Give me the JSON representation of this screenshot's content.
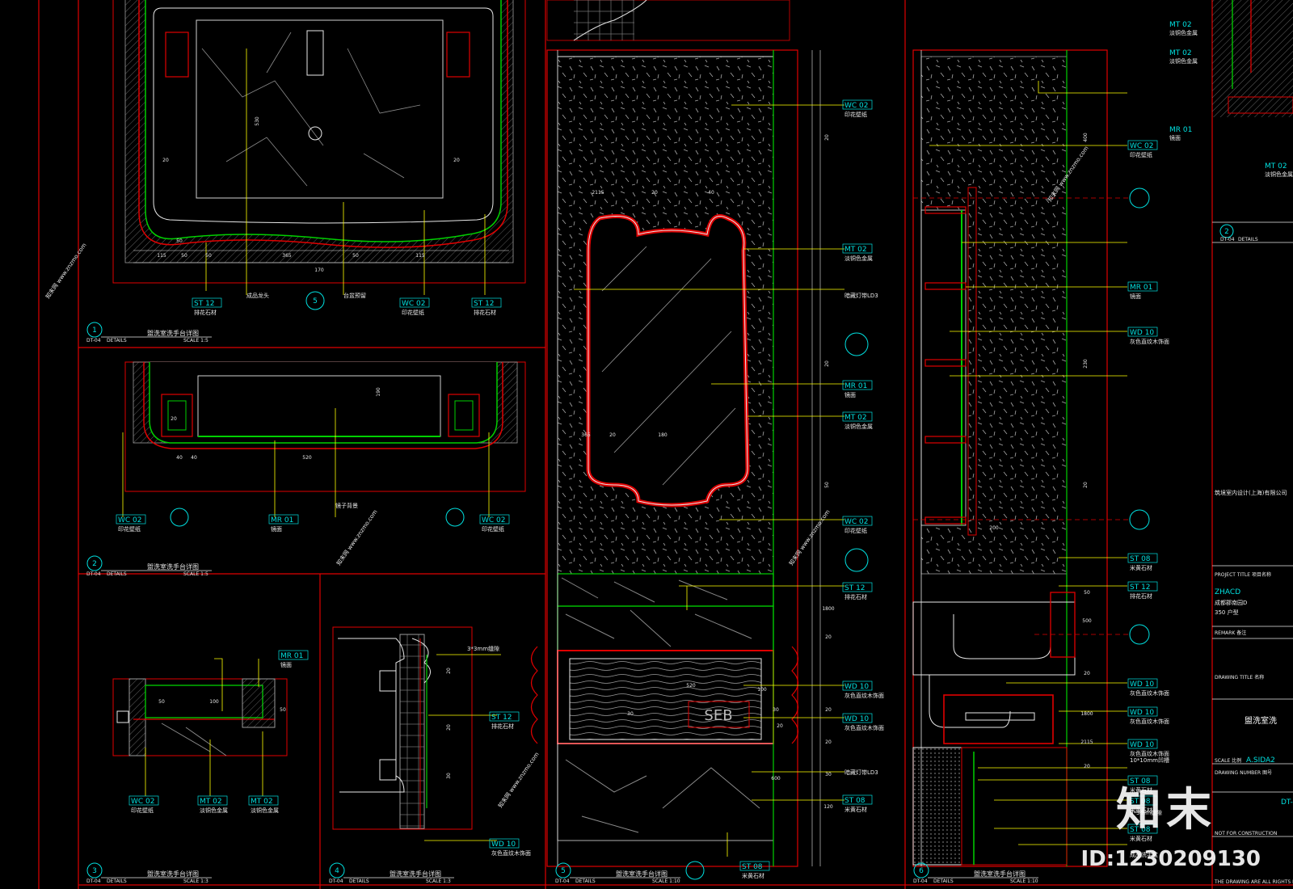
{
  "drawing": {
    "colors": {
      "background": "#000000",
      "frame": "#e00000",
      "outline": "#00d000",
      "hatch": "#9a9a9a",
      "leader": "#ffff00",
      "tag": "#00e0e0",
      "stone": "#c0c0c0"
    },
    "views": [
      {
        "num": "1",
        "sheet": "DT-04",
        "kind": "DETAILS",
        "scale": "SCALE 1:5",
        "title": "盥洗室洗手台详图"
      },
      {
        "num": "2",
        "sheet": "DT-04",
        "kind": "DETAILS",
        "scale": "SCALE 1:5",
        "title": "盥洗室洗手台详图"
      },
      {
        "num": "3",
        "sheet": "DT-04",
        "kind": "DETAILS",
        "scale": "SCALE 1:3",
        "title": "盥洗室洗手台详图"
      },
      {
        "num": "4",
        "sheet": "DT-04",
        "kind": "DETAILS",
        "scale": "SCALE 1:3",
        "title": "盥洗室洗手台详图"
      },
      {
        "num": "5",
        "sheet": "DT-04",
        "kind": "DETAILS",
        "scale": "SCALE 1:10",
        "title": "盥洗室洗手台详图"
      },
      {
        "num": "6",
        "sheet": "DT-04",
        "kind": "DETAILS",
        "scale": "SCALE 1:10",
        "title": "盥洗室洗手台详图"
      }
    ],
    "tags": {
      "st12": {
        "code": "ST 12",
        "desc": "排花石材"
      },
      "wc02": {
        "code": "WC 02",
        "desc": "印花壁纸"
      },
      "mr01": {
        "code": "MR 01",
        "desc": "镜面"
      },
      "wd10": {
        "code": "WD 10",
        "desc": "灰色直纹木饰面"
      },
      "mt02": {
        "code": "MT 02",
        "desc": "淡铜色金属"
      },
      "st08": {
        "code": "ST 08",
        "desc": "米黄石材"
      }
    },
    "notes": [
      "暗藏灯带LD3",
      "成品龙头",
      "台盆预留",
      "镜子背景",
      "3*3mm缝隙",
      "暗藏灯带LD3",
      "3*3mm缝隙",
      "10*10mm凹槽",
      "成品洗手盆"
    ],
    "dims": [
      "115",
      "50",
      "50",
      "170",
      "365",
      "50",
      "115",
      "20",
      "530",
      "20",
      "50",
      "520",
      "40",
      "40",
      "20",
      "190",
      "20",
      "365",
      "20",
      "20",
      "1800",
      "20",
      "20",
      "20",
      "50",
      "100",
      "2115",
      "20",
      "40",
      "180",
      "30",
      "30",
      "20",
      "520",
      "600",
      "30",
      "120",
      "400",
      "230",
      "200",
      "20",
      "50",
      "500",
      "20",
      "1800",
      "2115",
      "20",
      "20",
      "20",
      "30",
      "50",
      "100",
      "50"
    ],
    "seat_logo": "SEB",
    "titleblock": {
      "company": "筑境室内设计(上海)有限公司",
      "project_label": "PROJECT TITLE 项目名称",
      "project_code": "ZHACD",
      "project_name": "成都郡南园D",
      "project_sub": "350 户型",
      "remark_label": "REMARK 备注",
      "drawing_title_label": "DRAWING TITLE 名称",
      "drawing_title": "盥洗室洗",
      "scale_label": "SCALE 比例",
      "scale_value": "A.SIDA2",
      "number_label": "DRAWING NUMBER 图号",
      "number_value": "DT-",
      "status": "NOT FOR CONSTRUCTION",
      "footer": "THE DRAWING ARE ALL RIGHTS RESERVED"
    },
    "top_right_tags": [
      {
        "code": "MT 02",
        "desc": "淡铜色金属"
      },
      {
        "code": "MT 02",
        "desc": "淡铜色金属"
      },
      {
        "code": "MR 01",
        "desc": "镜面"
      },
      {
        "code": "MT 02",
        "desc": "淡铜色金属"
      }
    ],
    "tr_view": {
      "num": "2",
      "sheet": "DT-04",
      "kind": "DETAILS"
    },
    "watermark": {
      "site": "www.znzmo.com",
      "brand": "知末网",
      "logo": "知末",
      "id": "ID:1230209130"
    }
  }
}
